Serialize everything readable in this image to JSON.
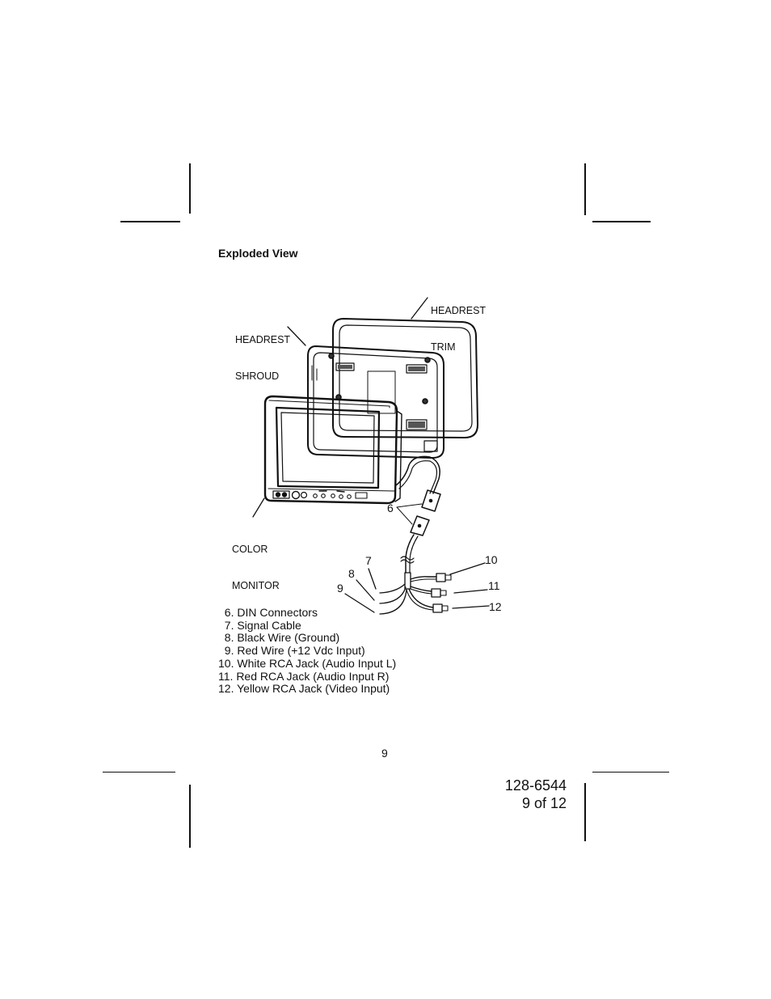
{
  "section_title": "Exploded View",
  "diagram": {
    "labels": {
      "headrest_trim": [
        "HEADREST",
        "TRIM"
      ],
      "headrest_shroud": [
        "HEADREST",
        "SHROUD"
      ],
      "color_monitor": [
        "COLOR",
        "MONITOR"
      ]
    },
    "callouts": {
      "c6": "6",
      "c7": "7",
      "c8": "8",
      "c9": "9",
      "c10": "10",
      "c11": "11",
      "c12": "12"
    }
  },
  "legend": [
    "  6. DIN Connectors",
    "  7. Signal Cable",
    "  8. Black Wire (Ground)",
    "  9. Red Wire (+12 Vdc Input)",
    "10. White RCA Jack (Audio Input L)",
    "11. Red RCA Jack (Audio Input R)",
    "12. Yellow RCA Jack (Video Input)"
  ],
  "page_number": "9",
  "doc_id": "128-6544",
  "page_of": "9 of 12"
}
